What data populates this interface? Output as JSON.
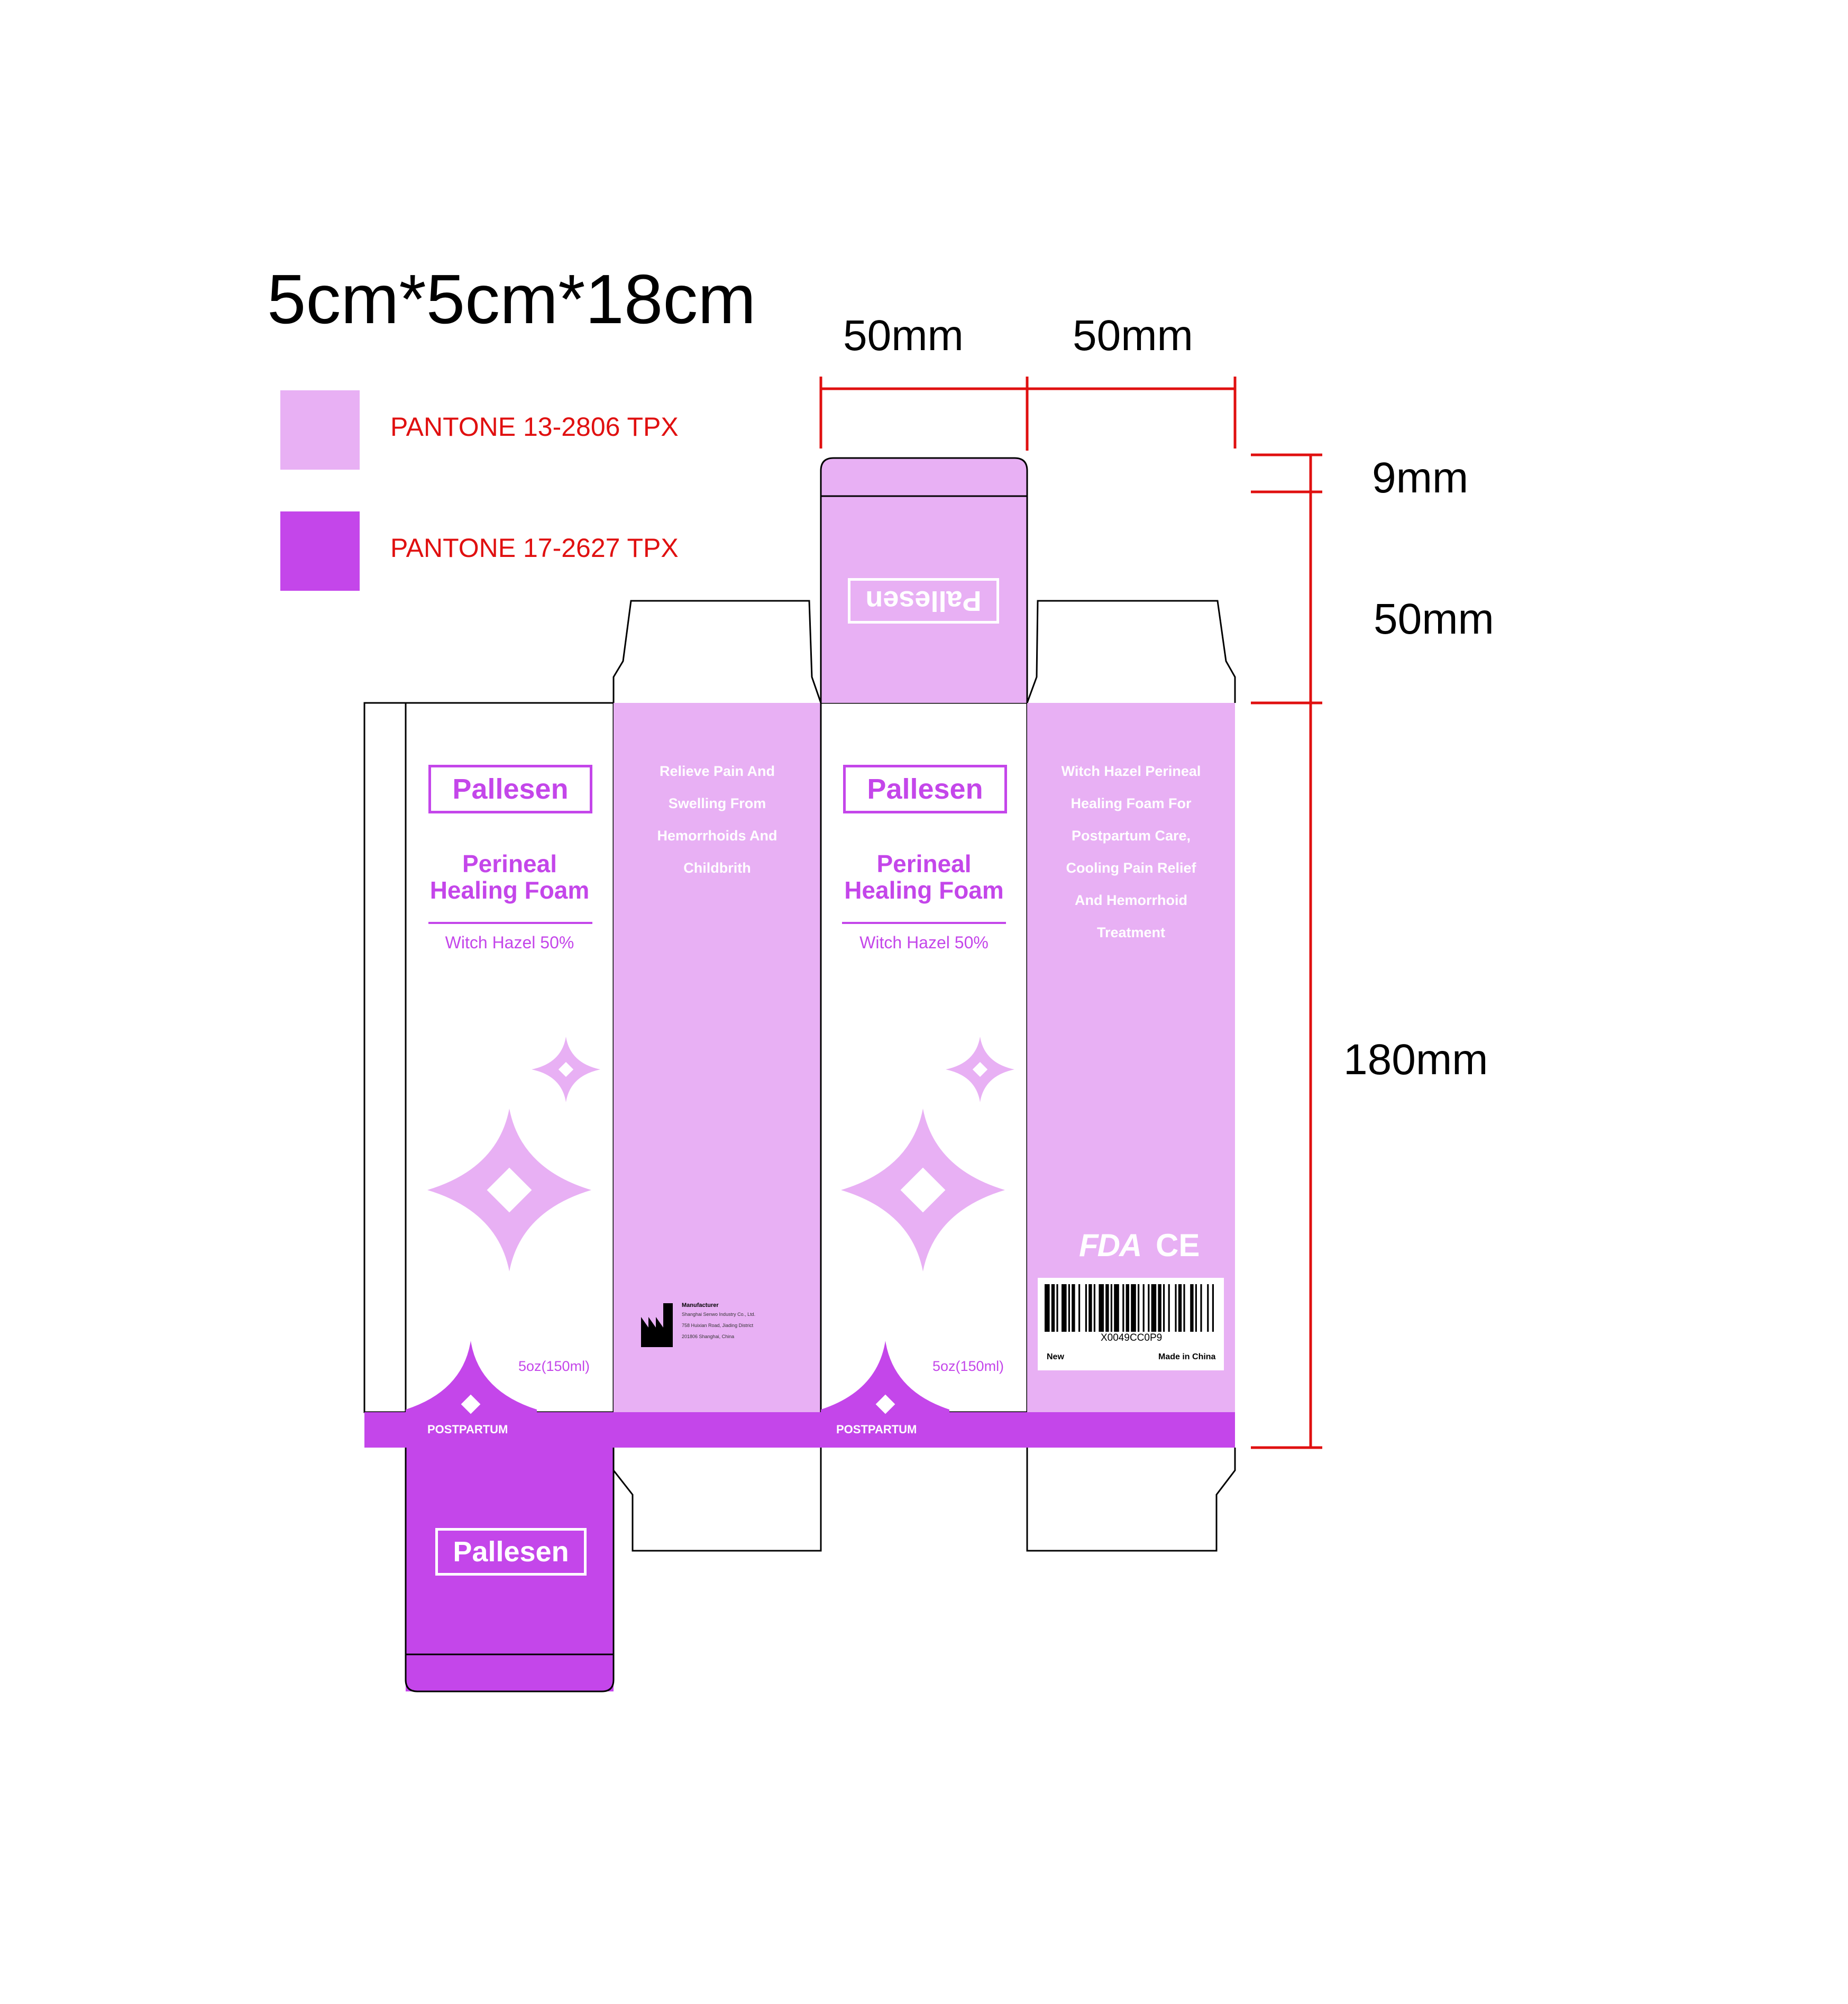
{
  "title": "5cm*5cm*18cm",
  "swatches": [
    {
      "label": "PANTONE 13-2806 TPX",
      "color": "#e8b0f4"
    },
    {
      "label": "PANTONE 17-2627 TPX",
      "color": "#c446ea"
    }
  ],
  "dimensions": {
    "width_a": "50mm",
    "width_b": "50mm",
    "flap": "9mm",
    "top": "50mm",
    "height": "180mm"
  },
  "box": {
    "brand": "Pallesen",
    "product_line1": "Perineal",
    "product_line2": "Healing Foam",
    "ingredient": "Witch Hazel 50%",
    "volume": "5oz(150ml)",
    "band_text": "POSTPARTUM",
    "side1_lines": [
      "Relieve Pain And",
      "Swelling From",
      "Hemorrhoids And",
      "Childbrith"
    ],
    "side2_lines": [
      "Witch Hazel Perineal",
      "Healing Foam For",
      "Postpartum Care,",
      "Cooling Pain Relief",
      "And Hemorrhoid",
      "Treatment"
    ],
    "manufacturer": {
      "title": "Manufacturer",
      "lines": [
        "Shanghai Senwo Industry Co., Ltd.",
        "758 Huixian Road, Jiading District",
        "201806 Shanghai, China"
      ]
    },
    "certifications": {
      "fda": "FDA",
      "ce": "CE"
    },
    "barcode": {
      "code": "X0049CC0P9",
      "condition": "New",
      "origin": "Made in China"
    }
  },
  "icons": [
    "sparkle-icon",
    "factory-icon",
    "fda-logo",
    "ce-mark",
    "barcode"
  ]
}
